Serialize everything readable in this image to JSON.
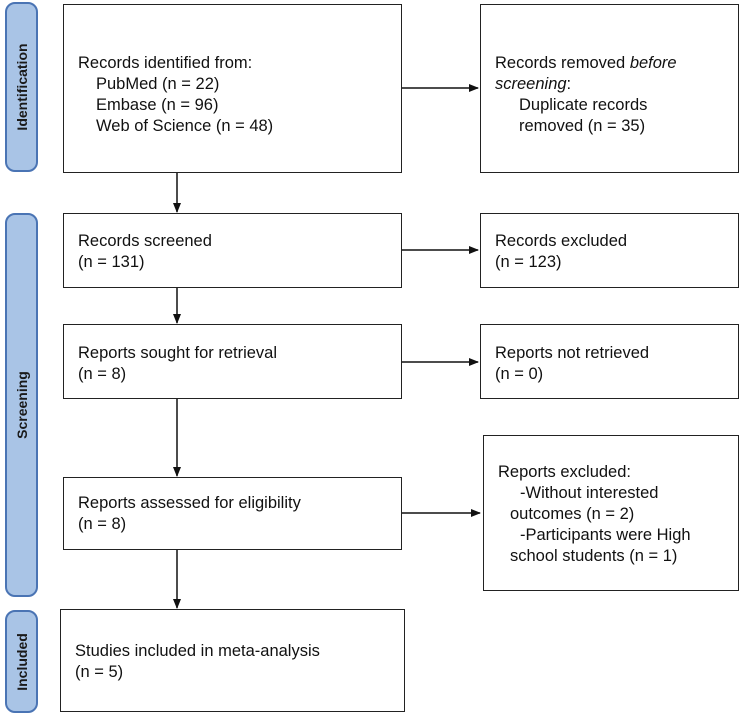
{
  "phases": {
    "identification": "Identification",
    "screening": "Screening",
    "included": "Included"
  },
  "identified": {
    "title": "Records identified from:",
    "sources": [
      "PubMed (n = 22)",
      "Embase (n = 96)",
      "Web of Science (n = 48)"
    ]
  },
  "removed": {
    "line1_text": "Records removed ",
    "line1_italic": "before",
    "line2_italic": "screening",
    "line2_text": ":",
    "detail1": "Duplicate records",
    "detail2": "removed (n = 35)"
  },
  "screened": {
    "title": "Records screened",
    "count": "(n = 131)"
  },
  "excluded": {
    "title": "Records excluded",
    "count": "(n = 123)"
  },
  "sought": {
    "title": "Reports sought for retrieval",
    "count": "(n = 8)"
  },
  "not_retrieved": {
    "title": "Reports not retrieved",
    "count": "(n = 0)"
  },
  "assessed": {
    "title": "Reports assessed for eligibility",
    "count": "(n = 8)"
  },
  "reports_excluded": {
    "title": "Reports excluded:",
    "reason1_line1": "-Without interested",
    "reason1_line2": "outcomes (n = 2)",
    "reason2_line1": "-Participants were High",
    "reason2_line2": "school students (n = 1)"
  },
  "included": {
    "title": "Studies included in meta-analysis",
    "count": "(n = 5)"
  }
}
